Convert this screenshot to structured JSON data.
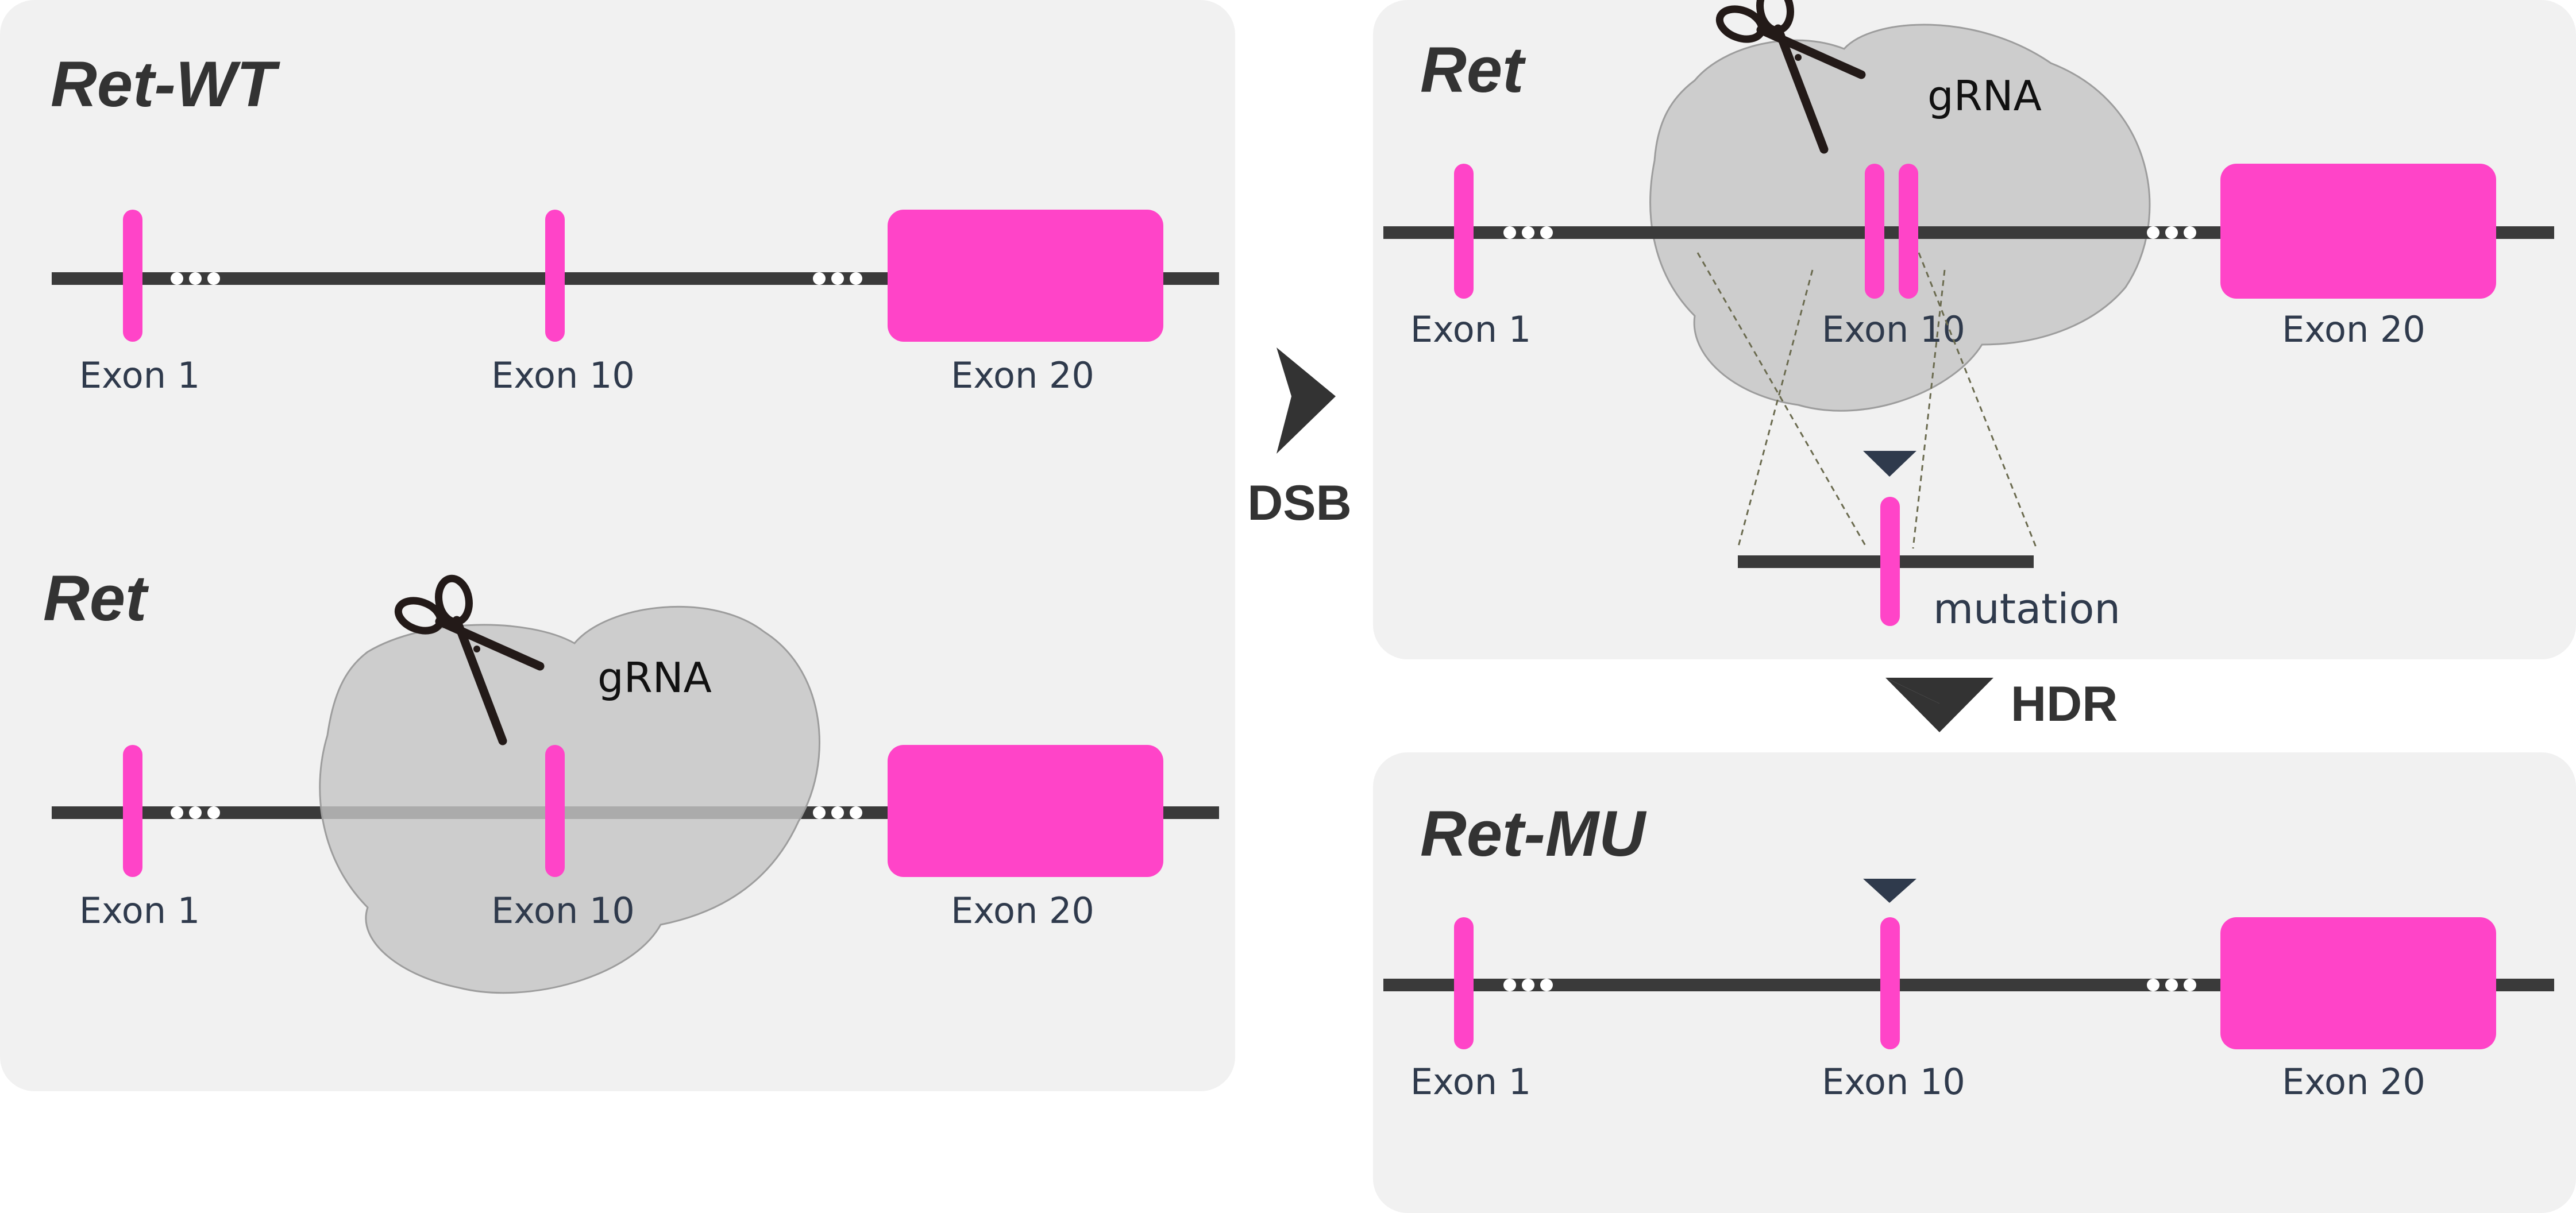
{
  "colors": {
    "exon": "#ff44c8",
    "line": "#3a3a3a",
    "panel": "#f1f1f1",
    "cas9": "#c4c4c4",
    "text": "#2f3a4c",
    "arrow": "#333333"
  },
  "panels": {
    "wt": {
      "title": "Ret-WT",
      "exon1": "Exon 1",
      "exon10": "Exon 10",
      "exon20": "Exon 20"
    },
    "target": {
      "title": "Ret",
      "grna": "gRNA",
      "exon1": "Exon 1",
      "exon10": "Exon 10",
      "exon20": "Exon 20"
    },
    "dsb": {
      "title": "Ret",
      "grna": "gRNA",
      "exon1": "Exon 1",
      "exon10": "Exon 10",
      "exon20": "Exon 20",
      "mutation": "mutation"
    },
    "mu": {
      "title": "Ret-MU",
      "exon1": "Exon 1",
      "exon10": "Exon 10",
      "exon20": "Exon 20"
    }
  },
  "steps": {
    "dsb": "DSB",
    "hdr": "HDR"
  }
}
